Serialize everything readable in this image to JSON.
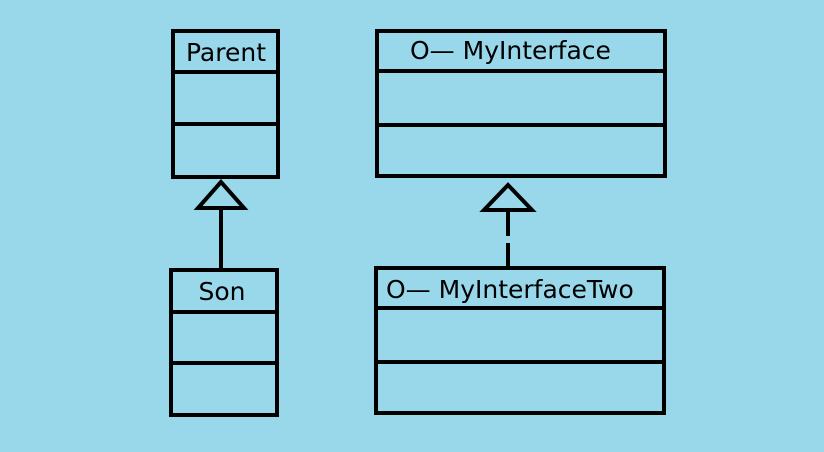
{
  "diagram": {
    "background_color": "#98d8ea",
    "line_color": "#000000",
    "classes": {
      "parent": {
        "name": "Parent"
      },
      "son": {
        "name": "Son"
      },
      "my_interface": {
        "name": "O— MyInterface"
      },
      "my_interface_two": {
        "name": "O— MyInterfaceTwo"
      }
    }
  }
}
